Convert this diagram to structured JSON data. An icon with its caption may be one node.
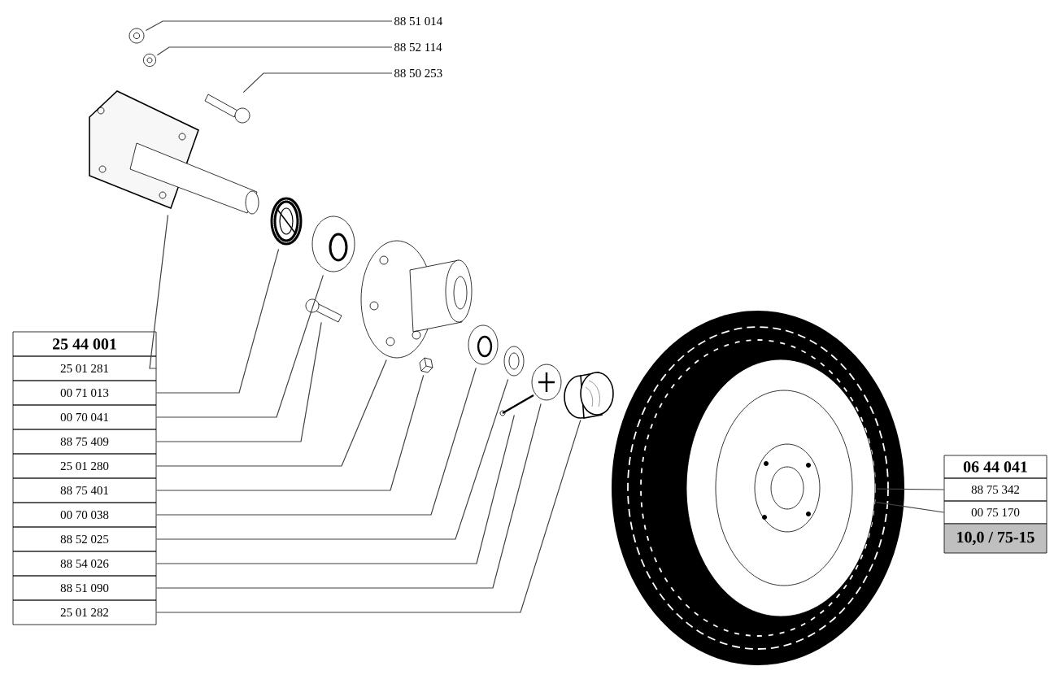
{
  "diagram": {
    "nodes": [
      {
        "text": [
          "88 51 014"
        ]
      },
      {
        "text": [
          "88 52 114"
        ]
      },
      {
        "text": [
          "88 50 253"
        ]
      },
      {
        "text": [
          "25 44 001"
        ]
      },
      {
        "text": [
          "25 01 281"
        ]
      },
      {
        "text": [
          "00 71 013"
        ]
      },
      {
        "text": [
          "00 70 041"
        ]
      },
      {
        "text": [
          "88 75 409"
        ]
      },
      {
        "text": [
          "25 01 280"
        ]
      },
      {
        "text": [
          "88 75 401"
        ]
      },
      {
        "text": [
          "00 70 038"
        ]
      },
      {
        "text": [
          "88 52 025"
        ]
      },
      {
        "text": [
          "88 54 026"
        ]
      },
      {
        "text": [
          "88 51 090"
        ]
      },
      {
        "text": [
          "25 01 282"
        ]
      },
      {
        "text": [
          "06 44 041"
        ]
      },
      {
        "text": [
          "88 75 342"
        ]
      },
      {
        "text": [
          "00 75 170"
        ]
      },
      {
        "text": [
          "10,0 / 75-15"
        ]
      },
      {
        "text": [],
        "shape": "picture"
      },
      {
        "text": [],
        "shape": "picture"
      },
      {
        "text": [],
        "shape": "picture"
      },
      {
        "text": [],
        "shape": "picture"
      },
      {
        "text": [],
        "shape": "picture"
      },
      {
        "text": [],
        "shape": "picture"
      },
      {
        "text": [],
        "shape": "picture"
      },
      {
        "text": [],
        "shape": "picture"
      },
      {
        "text": [],
        "shape": "picture"
      },
      {
        "text": [],
        "shape": "picture"
      },
      {
        "text": [],
        "shape": "picture"
      },
      {
        "text": [],
        "shape": "picture"
      },
      {
        "text": [],
        "shape": "picture"
      },
      {
        "text": [],
        "shape": "picture"
      },
      {
        "text": [],
        "shape": "picture"
      },
      {
        "text": [],
        "shape": "picture",
        "in": 33
      }
    ],
    "edges": [
      {
        "from": 0,
        "to": 19,
        "arrow": "none"
      },
      {
        "from": 1,
        "to": 20,
        "arrow": "none"
      },
      {
        "from": 2,
        "to": 21,
        "arrow": "none"
      },
      {
        "from": 4,
        "to": 22,
        "arrow": "none"
      },
      {
        "from": 5,
        "to": 23,
        "arrow": "none"
      },
      {
        "from": 6,
        "to": 24,
        "arrow": "none"
      },
      {
        "from": 7,
        "to": 25,
        "arrow": "none"
      },
      {
        "from": 8,
        "to": 26,
        "arrow": "none"
      },
      {
        "from": 9,
        "to": 27,
        "arrow": "none"
      },
      {
        "from": 10,
        "to": 28,
        "arrow": "none"
      },
      {
        "from": 11,
        "to": 29,
        "arrow": "none"
      },
      {
        "from": 12,
        "to": 30,
        "arrow": "none"
      },
      {
        "from": 13,
        "to": 31,
        "arrow": "none"
      },
      {
        "from": 14,
        "to": 32,
        "arrow": "none"
      },
      {
        "from": 16,
        "to": 34,
        "arrow": "none"
      },
      {
        "from": 17,
        "to": 34,
        "arrow": "none"
      }
    ]
  }
}
